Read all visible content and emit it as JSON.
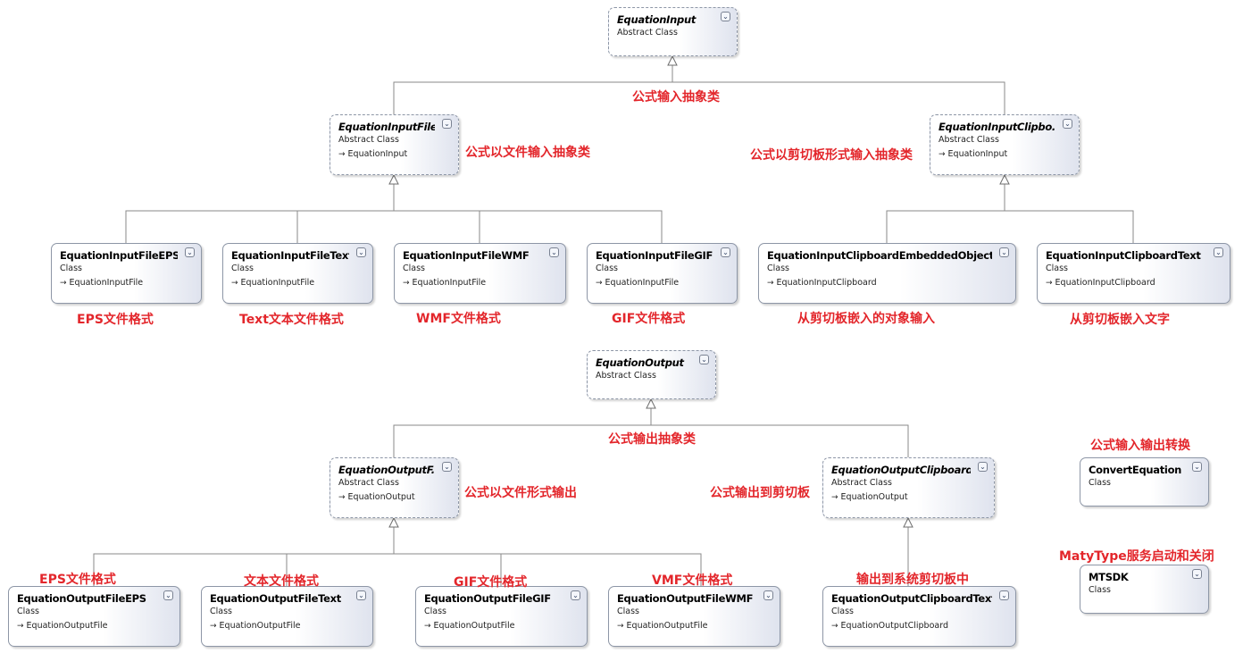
{
  "colors": {
    "note": "#e3262b",
    "line": "#8a8a8a",
    "box_border": "#8d96a6"
  },
  "classes": {
    "equation_input": {
      "name": "EquationInput",
      "type": "Abstract Class"
    },
    "equation_input_file": {
      "name": "EquationInputFile",
      "type": "Abstract Class",
      "base": "EquationInput"
    },
    "equation_input_clipboard": {
      "name": "EquationInputClipbo...",
      "type": "Abstract Class",
      "base": "EquationInput"
    },
    "input_file_eps": {
      "name": "EquationInputFileEPS",
      "type": "Class",
      "base": "EquationInputFile"
    },
    "input_file_text": {
      "name": "EquationInputFileText",
      "type": "Class",
      "base": "EquationInputFile"
    },
    "input_file_wmf": {
      "name": "EquationInputFileWMF",
      "type": "Class",
      "base": "EquationInputFile"
    },
    "input_file_gif": {
      "name": "EquationInputFileGIF",
      "type": "Class",
      "base": "EquationInputFile"
    },
    "input_clipboard_embedded": {
      "name": "EquationInputClipboardEmbeddedObject",
      "type": "Class",
      "base": "EquationInputClipboard"
    },
    "input_clipboard_text": {
      "name": "EquationInputClipboardText",
      "type": "Class",
      "base": "EquationInputClipboard"
    },
    "equation_output": {
      "name": "EquationOutput",
      "type": "Abstract Class"
    },
    "equation_output_file": {
      "name": "EquationOutputF...",
      "type": "Abstract Class",
      "base": "EquationOutput"
    },
    "equation_output_clipboard": {
      "name": "EquationOutputClipboard",
      "type": "Abstract Class",
      "base": "EquationOutput"
    },
    "output_file_eps": {
      "name": "EquationOutputFileEPS",
      "type": "Class",
      "base": "EquationOutputFile"
    },
    "output_file_text": {
      "name": "EquationOutputFileText",
      "type": "Class",
      "base": "EquationOutputFile"
    },
    "output_file_gif": {
      "name": "EquationOutputFileGIF",
      "type": "Class",
      "base": "EquationOutputFile"
    },
    "output_file_wmf": {
      "name": "EquationOutputFileWMF",
      "type": "Class",
      "base": "EquationOutputFile"
    },
    "output_clipboard_text": {
      "name": "EquationOutputClipboardText",
      "type": "Class",
      "base": "EquationOutputClipboard"
    },
    "convert_equation": {
      "name": "ConvertEquation",
      "type": "Class"
    },
    "mtsdk": {
      "name": "MTSDK",
      "type": "Class"
    }
  },
  "notes": {
    "input_abstract": "公式输入抽象类",
    "input_file": "公式以文件输入抽象类",
    "input_clipboard": "公式以剪切板形式输入抽象类",
    "input_eps": "EPS文件格式",
    "input_text": "Text文本文件格式",
    "input_wmf": "WMF文件格式",
    "input_gif": "GIF文件格式",
    "input_clip_embedded": "从剪切板嵌入的对象输入",
    "input_clip_text": "从剪切板嵌入文字",
    "output_abstract": "公式输出抽象类",
    "output_file": "公式以文件形式输出",
    "output_clipboard": "公式输出到剪切板",
    "output_eps": "EPS文件格式",
    "output_text": "文本文件格式",
    "output_gif": "GIF文件格式",
    "output_vmf": "VMF文件格式",
    "output_clip_text": "输出到系统剪切板中",
    "convert": "公式输入输出转换",
    "mathtype": "MatyType服务启动和关闭"
  }
}
